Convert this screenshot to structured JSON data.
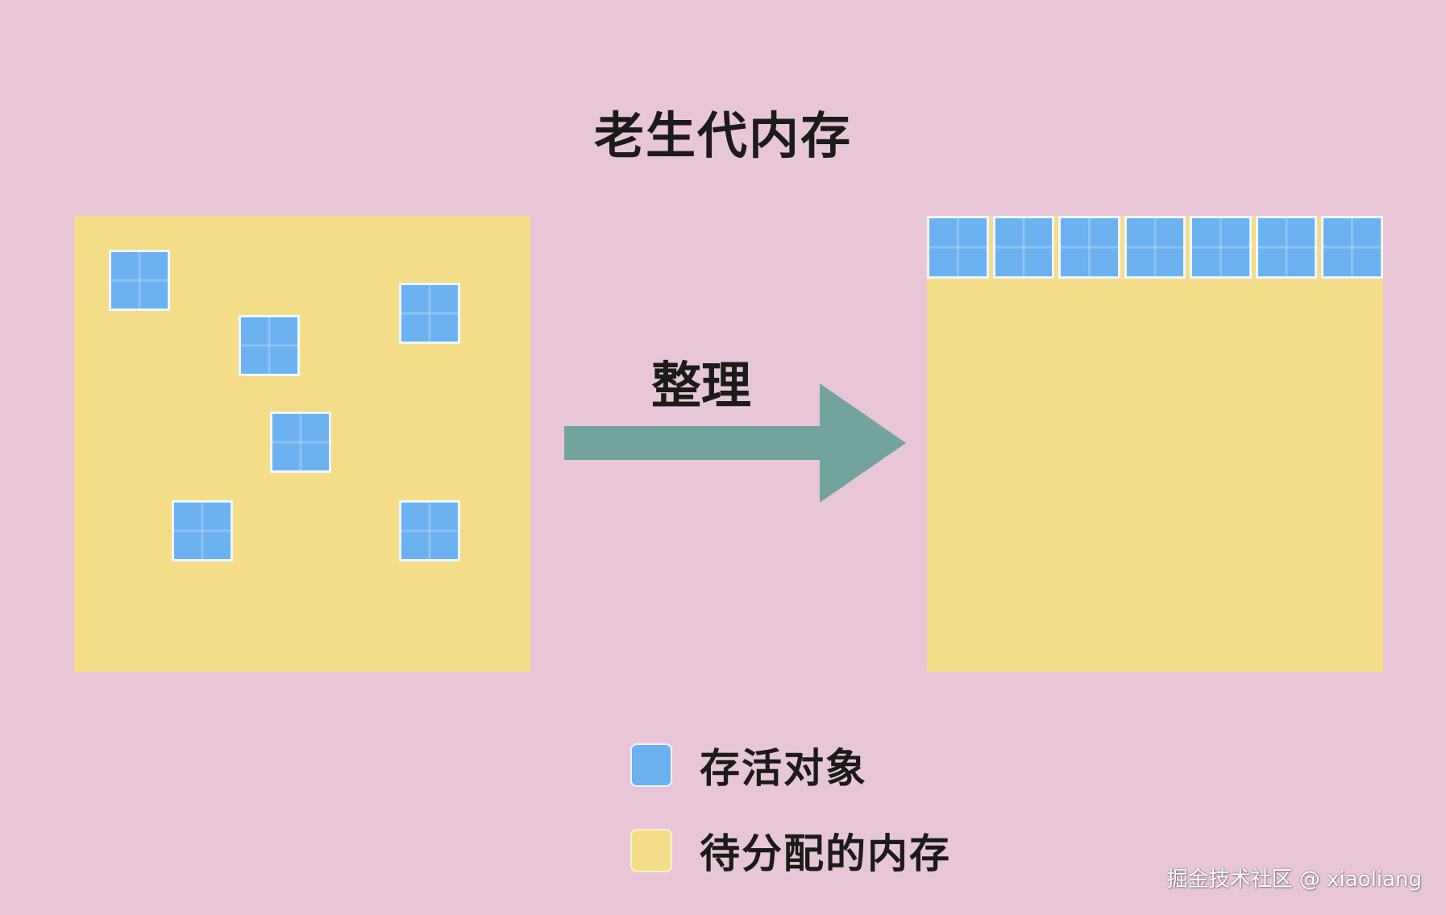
{
  "title": "老生代内存",
  "action_label": "整理",
  "legend": {
    "live_objects": "存活对象",
    "free_memory": "待分配的内存"
  },
  "watermark": "掘金技术社区 @ xiaoliang",
  "colors": {
    "background": "#e8c6d8",
    "free_memory": "#f3dd89",
    "live_object": "#6cb1f0",
    "arrow": "#72a39f"
  },
  "live_object_count_before": 6,
  "live_object_count_after": 7
}
